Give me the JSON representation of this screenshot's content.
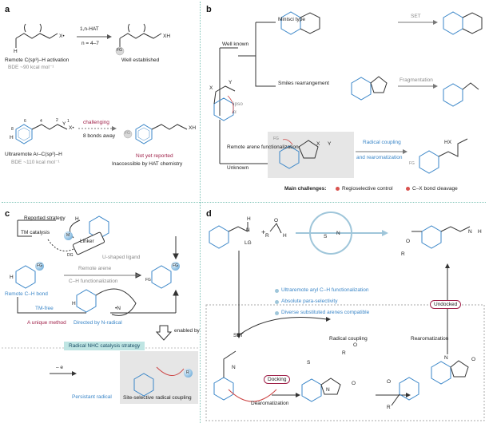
{
  "panels": {
    "a": {
      "label": "a",
      "hat": "1,n-HAT",
      "n_range": "n = 4–7",
      "remote_activation": "Remote C(sp³)–H activation",
      "bde1": "BDE ~90 kcal mol⁻¹",
      "well_established": "Well established",
      "challenging": "challenging",
      "bonds_away": "8 bonds away",
      "ultraremote": "Ultraremote Ar–C(sp²)–H",
      "bde2": "BDE ~110 kcal mol⁻¹",
      "not_reported": "Not yet reported",
      "inaccessible": "Inaccessible by HAT chemistry",
      "atom_x": "X•",
      "atom_xh": "XH",
      "atom_h": "H",
      "atom_fg": "FG",
      "atom_y": "Y",
      "num_1": "1",
      "num_2": "2",
      "num_4": "4",
      "num_6": "6",
      "num_8": "8"
    },
    "b": {
      "label": "b",
      "minisci": "Minisci type",
      "set": "SET",
      "well_known": "Well known",
      "smiles": "Smiles rearrangement",
      "fragmentation": "Fragmentation",
      "ipso": "ipso",
      "alpha": "α",
      "remote_arene": "Remote arene functionalization",
      "unknown": "Unknown",
      "radical_coupling": "Radical coupling",
      "and_rearom": "and rearomatization",
      "main_challenges": "Main challenges:",
      "challenge1": "Regioselective control",
      "challenge2": "C–X bond cleavage",
      "atom_fg": "FG",
      "atom_x": "X",
      "atom_y": "Y",
      "atom_hx": "HX"
    },
    "c": {
      "label": "c",
      "reported": "Reported strategy",
      "tm_catalysis": "TM catalysis",
      "linker": "Linker",
      "ushaped": "U-shaped ligand",
      "remote_arene1": "Remote arene",
      "remote_arene2": "C–H functionalization",
      "remote_ch": "Remote C–H bond",
      "tm_free": "TM-free",
      "directed": "Directed by N-radical",
      "unique": "A unique method",
      "enabled_by": "enabled by",
      "nhc_banner": "Radical NHC catalysis strategy",
      "minus_e": "– e",
      "persistent": "Persistant radical",
      "site_selective": "Site-selective radical coupling",
      "atom_m": "M",
      "atom_fg": "FG",
      "atom_h": "H",
      "atom_n": "•N",
      "atom_dg": "DG",
      "atom_r": "R"
    },
    "d": {
      "label": "d",
      "lg": "LG",
      "n_atom": "N",
      "h_atom": "H",
      "r_atom": "R",
      "o_atom": "O",
      "s_atom": "S",
      "bullet1": "Ultraremote aryl C–H functionalization",
      "bullet2": "Absolute para-selectivity",
      "bullet3": "Diverse substituted arenes compatible",
      "undocked": "Undocked",
      "set": "SET",
      "radical_coupling": "Radical coupling",
      "rearomatization": "Rearomatization",
      "docking": "Docking",
      "dearomatization": "Dearomatization",
      "plus": "+"
    }
  },
  "colors": {
    "blue": "#3a86c8",
    "red": "#a0224a",
    "teal_divider": "#7fc4b8",
    "gray_box": "#e6e6e6",
    "banner": "#bfe5e3"
  }
}
